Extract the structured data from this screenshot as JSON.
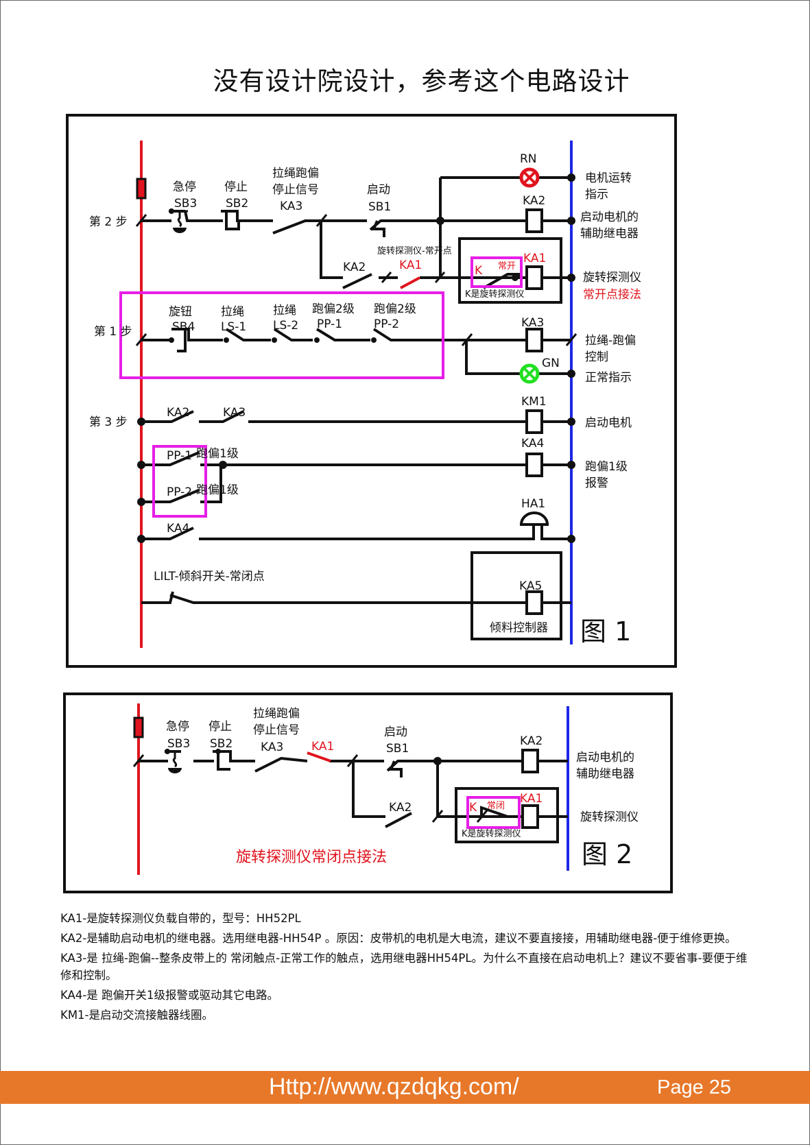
{
  "title": "没有设计院设计，参考这个电路设计",
  "fig1": {
    "caption": "图 1",
    "steps": {
      "step2": "第 2 步",
      "step1": "第 1 步",
      "step3": "第 3 步"
    },
    "comp": {
      "estop": [
        "急停",
        "SB3"
      ],
      "stop": [
        "停止",
        "SB2"
      ],
      "ropeSignal": [
        "拉绳跑偏",
        "停止信号",
        "KA3"
      ],
      "start": [
        "启动",
        "SB1"
      ],
      "knob": [
        "旋钮",
        "SB4"
      ],
      "ls1": [
        "拉绳",
        "LS-1"
      ],
      "ls2": [
        "拉绳",
        "LS-2"
      ],
      "pp1": [
        "跑偏2级",
        "PP-1"
      ],
      "pp2": [
        "跑偏2级",
        "PP-2"
      ],
      "rn": "RN",
      "ka2": "KA2",
      "ka1": "KA1",
      "ka3": "KA3",
      "gn": "GN",
      "km1": "KM1",
      "ka4": "KA4",
      "ha1": "HA1",
      "ka5": "KA5",
      "ka2b": "KA2",
      "ka3b": "KA3",
      "pp1b": "PP-1",
      "pp2b": "PP-2",
      "pp1note": "跑偏1级",
      "pp2note": "跑偏1级",
      "ka4b": "KA4",
      "k": "K",
      "no": "常开",
      "kNote": "K是旋转探测仪",
      "noteTop": "旋转探测仪-常开点",
      "lilt": "LILT-倾斜开关-常闭点",
      "tiltCtrl": "倾料控制器"
    },
    "right": {
      "motorRun": [
        "电机运转",
        "指示"
      ],
      "aux": [
        "启动电机的",
        "辅助继电器"
      ],
      "rot": "旋转探测仪",
      "rotNo": "常开点接法",
      "ropeCtrl": [
        "拉绳-跑偏",
        "控制"
      ],
      "normal": "正常指示",
      "startMotor": "启动电机",
      "devAlarm": [
        "跑偏1级",
        "报警"
      ]
    }
  },
  "fig2": {
    "caption": "图 2",
    "comp": {
      "estop": [
        "急停",
        "SB3"
      ],
      "stop": [
        "停止",
        "SB2"
      ],
      "ropeSignal": [
        "拉绳跑偏",
        "停止信号",
        "KA3"
      ],
      "ka1red": "KA1",
      "start": [
        "启动",
        "SB1"
      ],
      "ka2": "KA2",
      "ka2b": "KA2",
      "ka1": "KA1",
      "k": "K",
      "nc": "常闭",
      "kNote": "K是旋转探测仪"
    },
    "right": {
      "aux": [
        "启动电机的",
        "辅助继电器"
      ],
      "rot": "旋转探测仪"
    },
    "redTitle": "旋转探测仪常闭点接法"
  },
  "notes": [
    "KA1-是旋转探测仪负载自带的，型号：HH52PL",
    "KA2-是辅助启动电机的继电器。选用继电器-HH54P 。原因：皮带机的电机是大电流，建议不要直接接，用辅助继电器-便于维修更换。",
    "KA3-是 拉绳-跑偏--整条皮带上的 常闭触点-正常工作的触点，选用继电器HH54PL。为什么不直接在启动电机上？建议不要省事-要便于维修和控制。",
    "KA4-是 跑偏开关1级报警或驱动其它电路。",
    "KM1-是启动交流接触器线圈。"
  ],
  "footer": {
    "url": "Http://www.qzdqkg.com/",
    "page": "Page 25"
  },
  "colors": {
    "line": "#111111",
    "phase": "#e0141e",
    "neutral": "#1e28e6",
    "highlight": "#e61ee6",
    "lampGreen": "#22e022",
    "footer": "#e7782a"
  }
}
